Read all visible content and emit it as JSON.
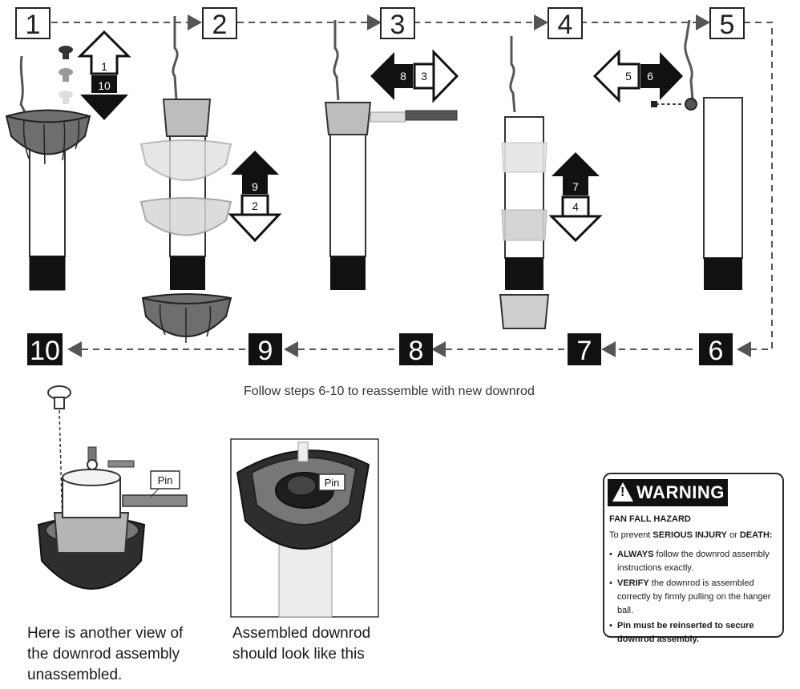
{
  "steps_top": [
    "1",
    "2",
    "3",
    "4",
    "5"
  ],
  "steps_bottom": [
    "10",
    "9",
    "8",
    "7",
    "6"
  ],
  "arrow_labels": {
    "step1": [
      "1",
      "10"
    ],
    "step2": [
      "9",
      "2"
    ],
    "step3": [
      "8",
      "3"
    ],
    "step4": [
      "7",
      "4"
    ],
    "step5": [
      "5",
      "6"
    ]
  },
  "follow_text": "Follow steps 6-10 to reassemble with new downrod",
  "pin_label_left": "Pin",
  "pin_label_right": "Pin",
  "caption_left": [
    "Here is another view of",
    "the downrod assembly",
    "unassembled."
  ],
  "caption_right": [
    "Assembled downrod",
    "should look like this"
  ],
  "warning": {
    "header": "WARNING",
    "title": "FAN FALL HAZARD",
    "prevent_prefix": "To prevent ",
    "prevent_bold": "SERIOUS INJURY",
    "prevent_or": " or ",
    "prevent_bold2": "DEATH:",
    "items": [
      {
        "bold": "ALWAYS",
        "text": " follow the downrod assembly instructions exactly."
      },
      {
        "bold": "VERIFY",
        "text": " the downrod is assembled correctly by firmly pulling on the hanger ball."
      },
      {
        "bold": "Pin must be reinserted to secure downrod assembly.",
        "text": ""
      }
    ]
  },
  "colors": {
    "canopy": "#6e6e6e",
    "canopy_light": "#cfcfcf",
    "collar": "#bdbdbd",
    "rod": "#ffffff",
    "rod_bottom": "#111111",
    "line": "#333333",
    "dash": "#555555"
  }
}
